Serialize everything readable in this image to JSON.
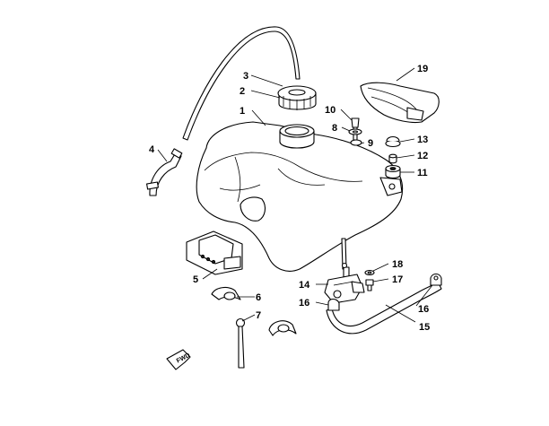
{
  "callouts": [
    {
      "id": "1",
      "label": "1"
    },
    {
      "id": "2",
      "label": "2"
    },
    {
      "id": "3",
      "label": "3"
    },
    {
      "id": "4",
      "label": "4"
    },
    {
      "id": "5",
      "label": "5"
    },
    {
      "id": "6",
      "label": "6"
    },
    {
      "id": "7",
      "label": "7"
    },
    {
      "id": "8",
      "label": "8"
    },
    {
      "id": "9",
      "label": "9"
    },
    {
      "id": "10",
      "label": "10"
    },
    {
      "id": "11",
      "label": "11"
    },
    {
      "id": "12",
      "label": "12"
    },
    {
      "id": "13",
      "label": "13"
    },
    {
      "id": "14",
      "label": "14"
    },
    {
      "id": "15",
      "label": "15"
    },
    {
      "id": "16a",
      "label": "16"
    },
    {
      "id": "16b",
      "label": "16"
    },
    {
      "id": "17",
      "label": "17"
    },
    {
      "id": "18",
      "label": "18"
    },
    {
      "id": "19",
      "label": "19"
    }
  ],
  "direction_marker": {
    "text": "FWD",
    "icon": "fwd-arrow-icon"
  }
}
